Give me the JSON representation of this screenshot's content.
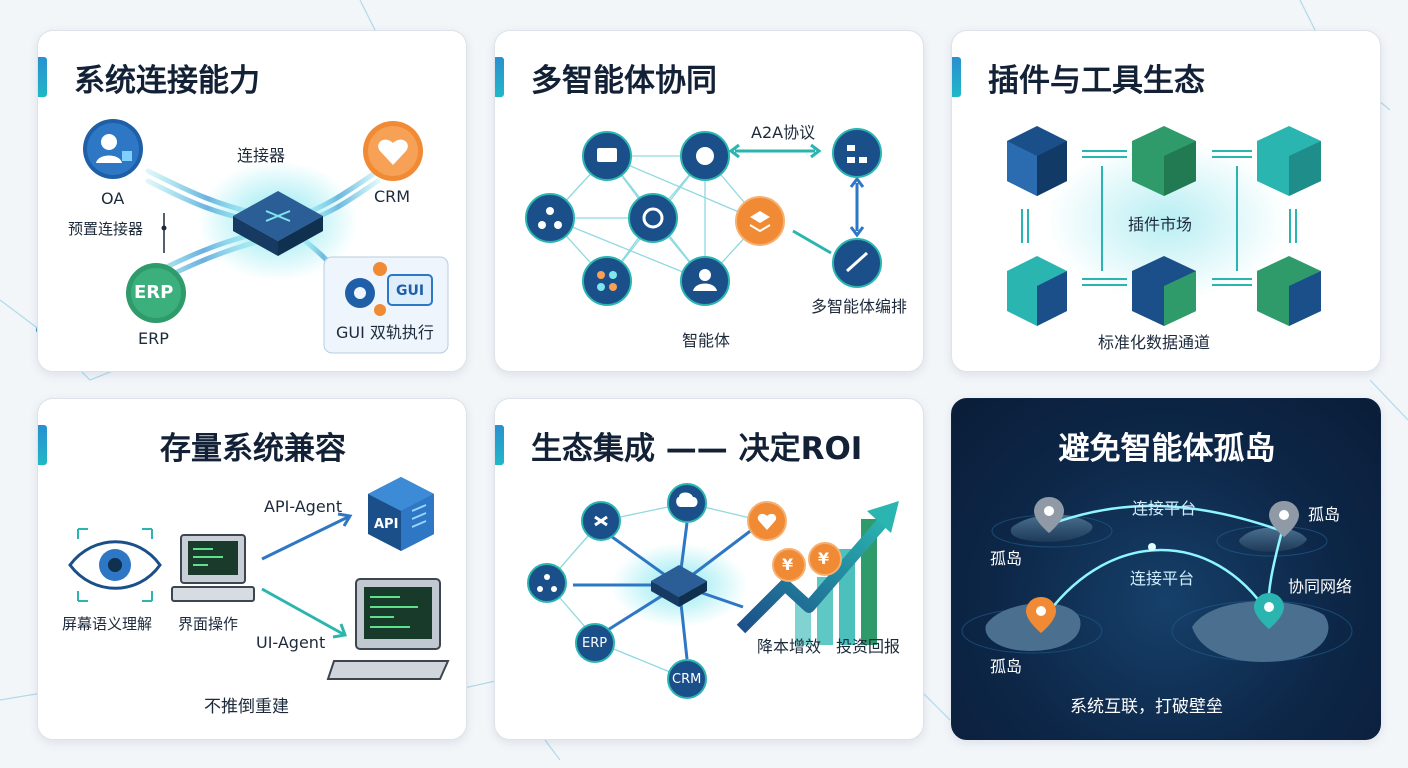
{
  "cards": [
    {
      "title": "系统连接能力",
      "labels": {
        "oa": "OA",
        "connector": "连接器",
        "crm": "CRM",
        "preset": "预置连接器",
        "erp_icon": "ERP",
        "erp": "ERP",
        "gui_icon": "GUI",
        "gui_dual": "GUI 双轨执行"
      }
    },
    {
      "title": "多智能体协同",
      "labels": {
        "a2a": "A2A协议",
        "orchestration": "多智能体编排",
        "agents": "智能体"
      }
    },
    {
      "title": "插件与工具生态",
      "labels": {
        "market": "插件市场",
        "data_channel": "标准化数据通道"
      }
    },
    {
      "title": "存量系统兼容",
      "labels": {
        "api_agent": "API-Agent",
        "api_icon": "API",
        "ui_agent": "UI-Agent",
        "screen": "屏幕语义理解",
        "ui_op": "界面操作",
        "no_rebuild": "不推倒重建"
      }
    },
    {
      "title": "生态集成 —— 决定ROI",
      "labels": {
        "erp": "ERP",
        "crm": "CRM",
        "cost": "降本增效",
        "roi": "投资回报",
        "yen": "¥"
      }
    },
    {
      "title": "避免智能体孤岛",
      "labels": {
        "platform1": "连接平台",
        "platform2": "连接平台",
        "island_top_right": "孤岛",
        "island_left": "孤岛",
        "island_bottom_left": "孤岛",
        "network": "协同网络",
        "footer": "系统互联，打破壁垒"
      }
    }
  ],
  "colors": {
    "navy": "#1b4f8a",
    "teal": "#2bb5b0",
    "cyan": "#27c8d8",
    "orange": "#f08a35",
    "green": "#2f9a6a",
    "dark_bg": "#0d2748"
  }
}
